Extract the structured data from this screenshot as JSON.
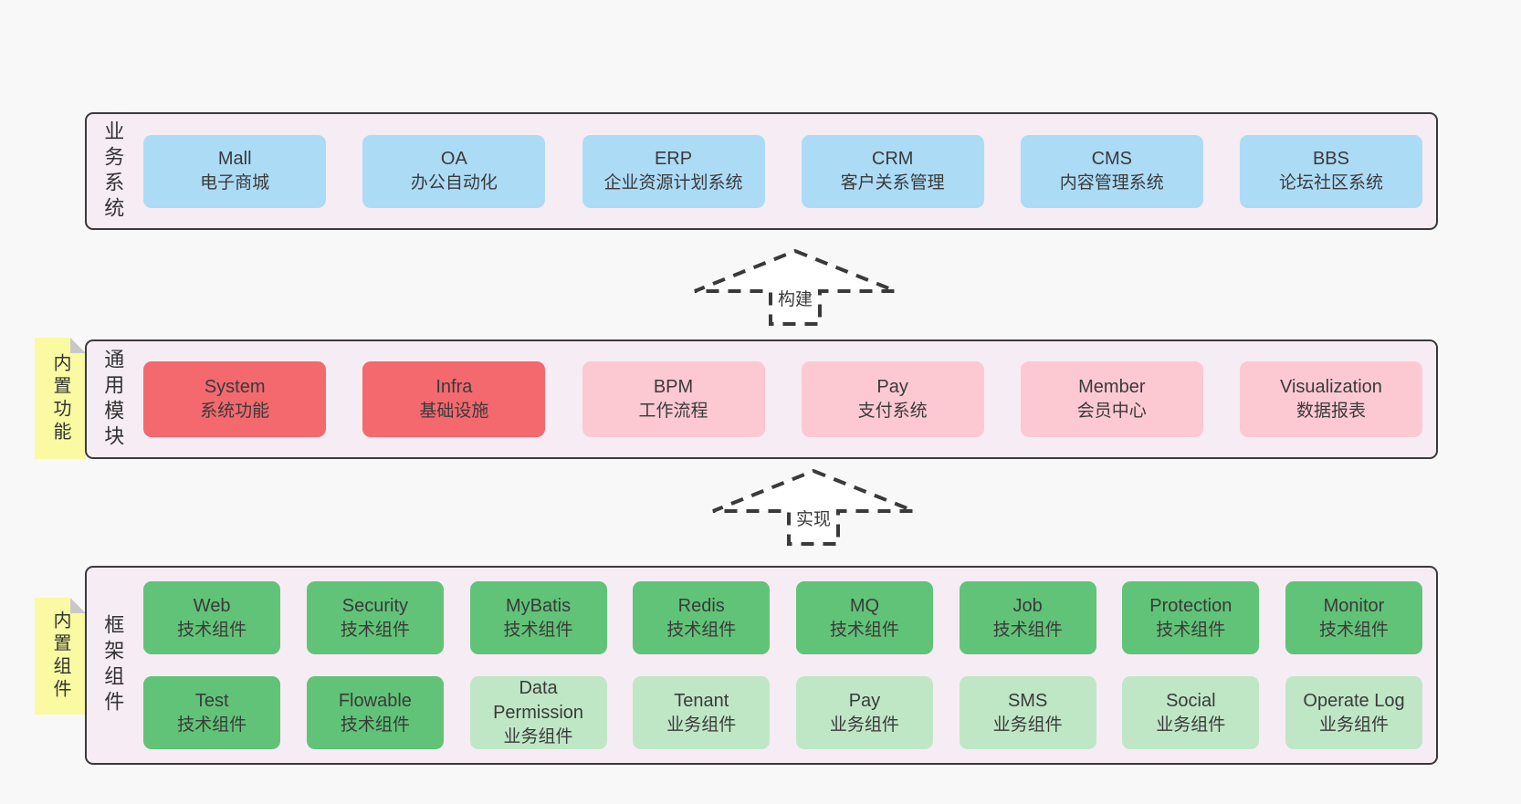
{
  "layers": {
    "business": {
      "label": "业务系统",
      "boxes": [
        {
          "name": "Mall",
          "desc": "电子商城",
          "variant": "blue"
        },
        {
          "name": "OA",
          "desc": "办公自动化",
          "variant": "blue"
        },
        {
          "name": "ERP",
          "desc": "企业资源计划系统",
          "variant": "blue"
        },
        {
          "name": "CRM",
          "desc": "客户关系管理",
          "variant": "blue"
        },
        {
          "name": "CMS",
          "desc": "内容管理系统",
          "variant": "blue"
        },
        {
          "name": "BBS",
          "desc": "论坛社区系统",
          "variant": "blue"
        }
      ]
    },
    "modules": {
      "tag": "内置功能",
      "label": "通用模块",
      "boxes": [
        {
          "name": "System",
          "desc": "系统功能",
          "variant": "red"
        },
        {
          "name": "Infra",
          "desc": "基础设施",
          "variant": "red"
        },
        {
          "name": "BPM",
          "desc": "工作流程",
          "variant": "pink"
        },
        {
          "name": "Pay",
          "desc": "支付系统",
          "variant": "pink"
        },
        {
          "name": "Member",
          "desc": "会员中心",
          "variant": "pink"
        },
        {
          "name": "Visualization",
          "desc": "数据报表",
          "variant": "pink"
        }
      ]
    },
    "components": {
      "tag": "内置组件",
      "label": "框架组件",
      "rows": [
        [
          {
            "name": "Web",
            "desc": "技术组件",
            "variant": "green"
          },
          {
            "name": "Security",
            "desc": "技术组件",
            "variant": "green"
          },
          {
            "name": "MyBatis",
            "desc": "技术组件",
            "variant": "green"
          },
          {
            "name": "Redis",
            "desc": "技术组件",
            "variant": "green"
          },
          {
            "name": "MQ",
            "desc": "技术组件",
            "variant": "green"
          },
          {
            "name": "Job",
            "desc": "技术组件",
            "variant": "green"
          },
          {
            "name": "Protection",
            "desc": "技术组件",
            "variant": "green"
          },
          {
            "name": "Monitor",
            "desc": "技术组件",
            "variant": "green"
          }
        ],
        [
          {
            "name": "Test",
            "desc": "技术组件",
            "variant": "green"
          },
          {
            "name": "Flowable",
            "desc": "技术组件",
            "variant": "green"
          },
          {
            "name": "Data Permission",
            "desc": "业务组件",
            "variant": "green-light"
          },
          {
            "name": "Tenant",
            "desc": "业务组件",
            "variant": "green-light"
          },
          {
            "name": "Pay",
            "desc": "业务组件",
            "variant": "green-light"
          },
          {
            "name": "SMS",
            "desc": "业务组件",
            "variant": "green-light"
          },
          {
            "name": "Social",
            "desc": "业务组件",
            "variant": "green-light"
          },
          {
            "name": "Operate Log",
            "desc": "业务组件",
            "variant": "green-light"
          }
        ]
      ]
    }
  },
  "arrows": {
    "build": {
      "label": "构建"
    },
    "implement": {
      "label": "实现"
    }
  },
  "colors": {
    "background": "#f8f8f8",
    "panel_bg": "#f6ecf4",
    "panel_border": "#3a3a3a",
    "node_blue": "#acdbf6",
    "node_red": "#f3696e",
    "node_pink": "#fcc9d3",
    "node_green": "#61c377",
    "node_green_light": "#bfe7c6",
    "tag_yellow": "#fafaa2",
    "tag_fold": "#c8c8c8",
    "text": "#3a3a3a"
  }
}
